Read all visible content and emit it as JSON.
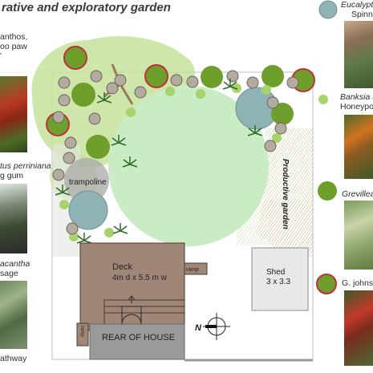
{
  "header": {
    "title": "rative and exploratory garden"
  },
  "left_captions": {
    "c1_line1": "anthos,",
    "c1_line2": "oo paw",
    "c1_line3": "'",
    "c2_line1": "tus perriniana,",
    "c2_line2": "g gum",
    "c3_line1": "acantha",
    "c3_line2": "sage",
    "c4_line1": "athway"
  },
  "right_captions": {
    "r1_line1": "Eucalyptu",
    "r1_line2": "Spinn",
    "r2_line1": "Banksia sp",
    "r2_line2": "Honeypot",
    "r3_line1": "Grevillea,",
    "r4_line1": "G. johnsc"
  },
  "plan": {
    "deck_label": "Deck",
    "deck_size": "4m d x 5.5 m w",
    "ramp_label": "ramp",
    "ramp_label_2": "ramp",
    "shed_label": "Shed",
    "shed_size": "3 x 3.3",
    "trampoline_label": "trampoline",
    "productive_label": "Productive garden",
    "house_label": "REAR OF HOUSE",
    "north_label": "N"
  },
  "colors": {
    "lawn": "#c9ecc4",
    "deck": "#a08676",
    "deck_outline": "#4a3a30",
    "house": "#9a9a9a",
    "shrub_dark": "#6e9e2c",
    "shrub_light": "#a7d36a",
    "blue_tree": "#8fb2b4",
    "canopy": "#c4e29a"
  }
}
